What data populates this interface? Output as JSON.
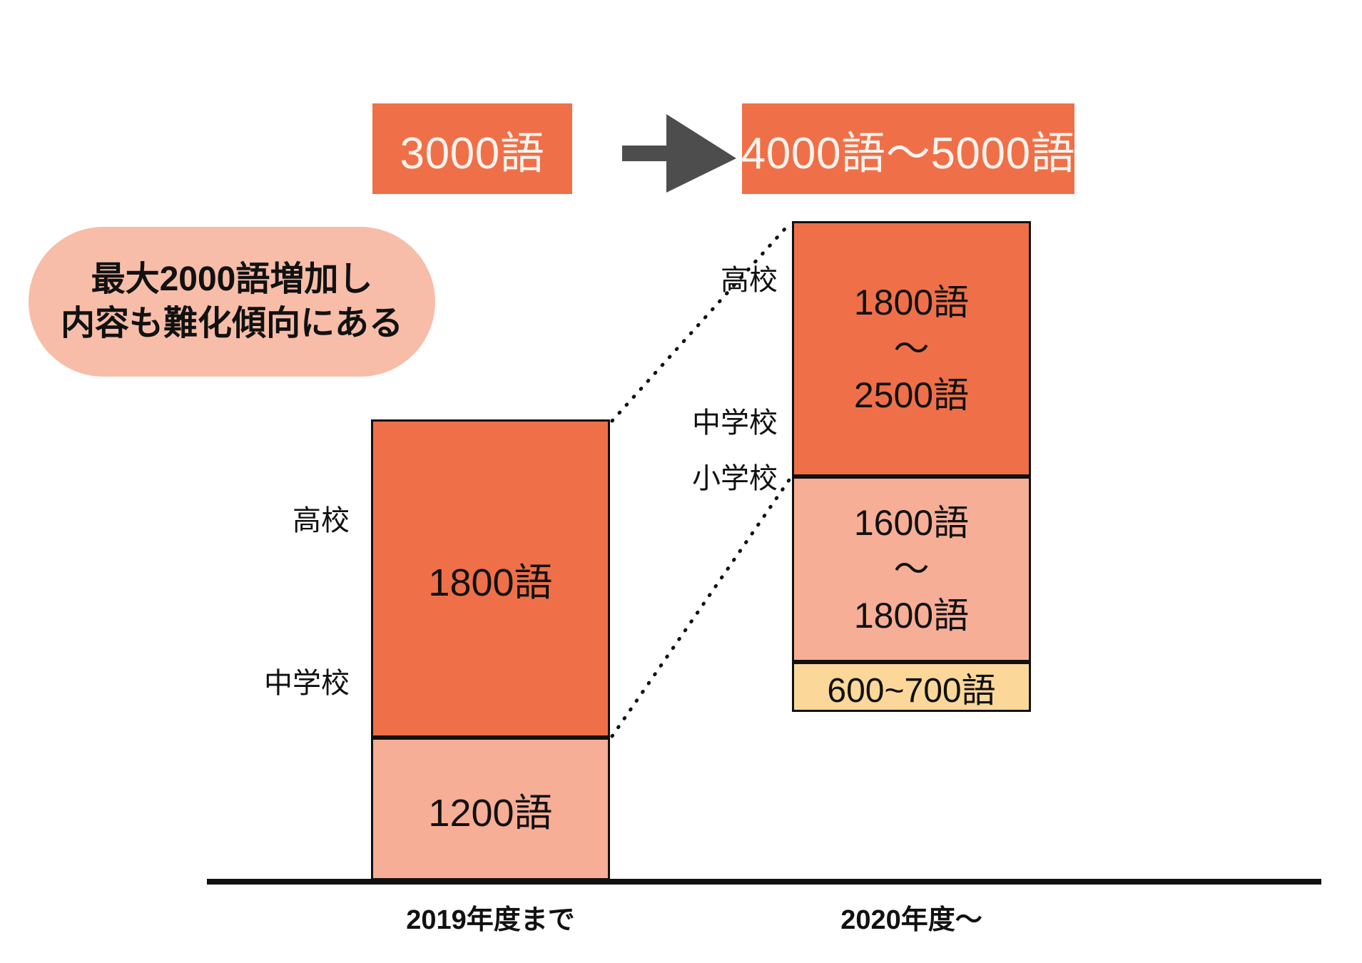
{
  "banner": {
    "before_label": "3000語",
    "after_label": "4000語～5000語",
    "arrow_icon": "arrow-right-icon"
  },
  "callout": {
    "line1": "最大2000語増加し",
    "line2": "内容も難化傾向にある"
  },
  "colors": {
    "orange": "#EF7048",
    "pink": "#F7AE96",
    "callout_pink": "#F7BDA8",
    "yellow": "#FBD89A",
    "arrow_gray": "#4D4D4D",
    "outline": "#111111",
    "banner_text": "#FDF4EE"
  },
  "chart_data": {
    "type": "bar",
    "title": "",
    "xlabel": "",
    "ylabel": "",
    "categories": [
      "2019年度まで",
      "2020年度～"
    ],
    "stack_order": [
      "小学校",
      "中学校",
      "高校"
    ],
    "legend": [
      "高校",
      "中学校",
      "小学校"
    ],
    "grid": false,
    "series": [
      {
        "name": "2019年度まで",
        "caption": "2019年度まで",
        "total_label": "3000語",
        "segments": [
          {
            "category": "高校",
            "value_label": "1800語",
            "value_min": 1800,
            "value_max": 1800,
            "color": "#EF7048"
          },
          {
            "category": "中学校",
            "value_label": "1200語",
            "value_min": 1200,
            "value_max": 1200,
            "color": "#F7AE96"
          }
        ]
      },
      {
        "name": "2020年度～",
        "caption": "2020年度～",
        "total_label": "4000語～5000語",
        "segments": [
          {
            "category": "高校",
            "value_line1": "1800語",
            "value_line2": "～",
            "value_line3": "2500語",
            "value_min": 1800,
            "value_max": 2500,
            "color": "#EF7048"
          },
          {
            "category": "中学校",
            "value_line1": "1600語",
            "value_line2": "～",
            "value_line3": "1800語",
            "value_min": 1600,
            "value_max": 1800,
            "color": "#F7AE96"
          },
          {
            "category": "小学校",
            "value_label": "600~700語",
            "value_min": 600,
            "value_max": 700,
            "color": "#FBD89A"
          }
        ]
      }
    ]
  }
}
